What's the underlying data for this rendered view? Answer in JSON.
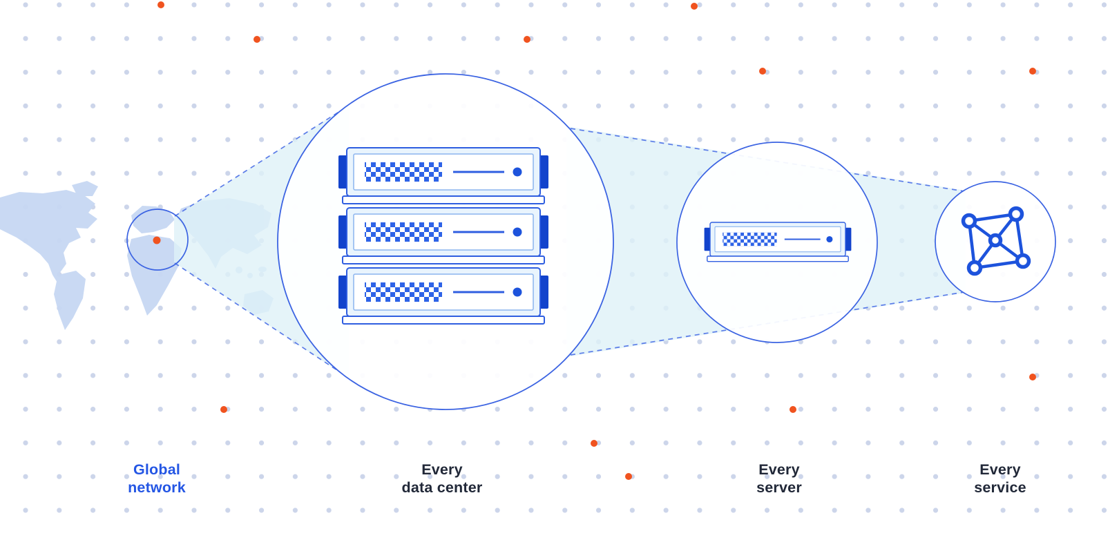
{
  "stages": [
    {
      "id": "global-network",
      "line1": "Global",
      "line2": "network"
    },
    {
      "id": "every-data-center",
      "line1": "Every",
      "line2": "data center"
    },
    {
      "id": "every-server",
      "line1": "Every",
      "line2": "server"
    },
    {
      "id": "every-service",
      "line1": "Every",
      "line2": "service"
    }
  ],
  "icons": {
    "global_network": "map-location-marker",
    "data_center": "server-rack-icon",
    "server": "server-icon",
    "service": "network-graph-icon"
  },
  "colors": {
    "accent_blue": "#2f5ee0",
    "deep_blue": "#1d53dc",
    "label_blue": "#2456e4",
    "label_dark": "#212838",
    "accent_orange": "#f0531f",
    "beam_fill": "#dff1f8",
    "grid_dot": "#ccd5ea",
    "map_fill": "#c7d8f3"
  }
}
